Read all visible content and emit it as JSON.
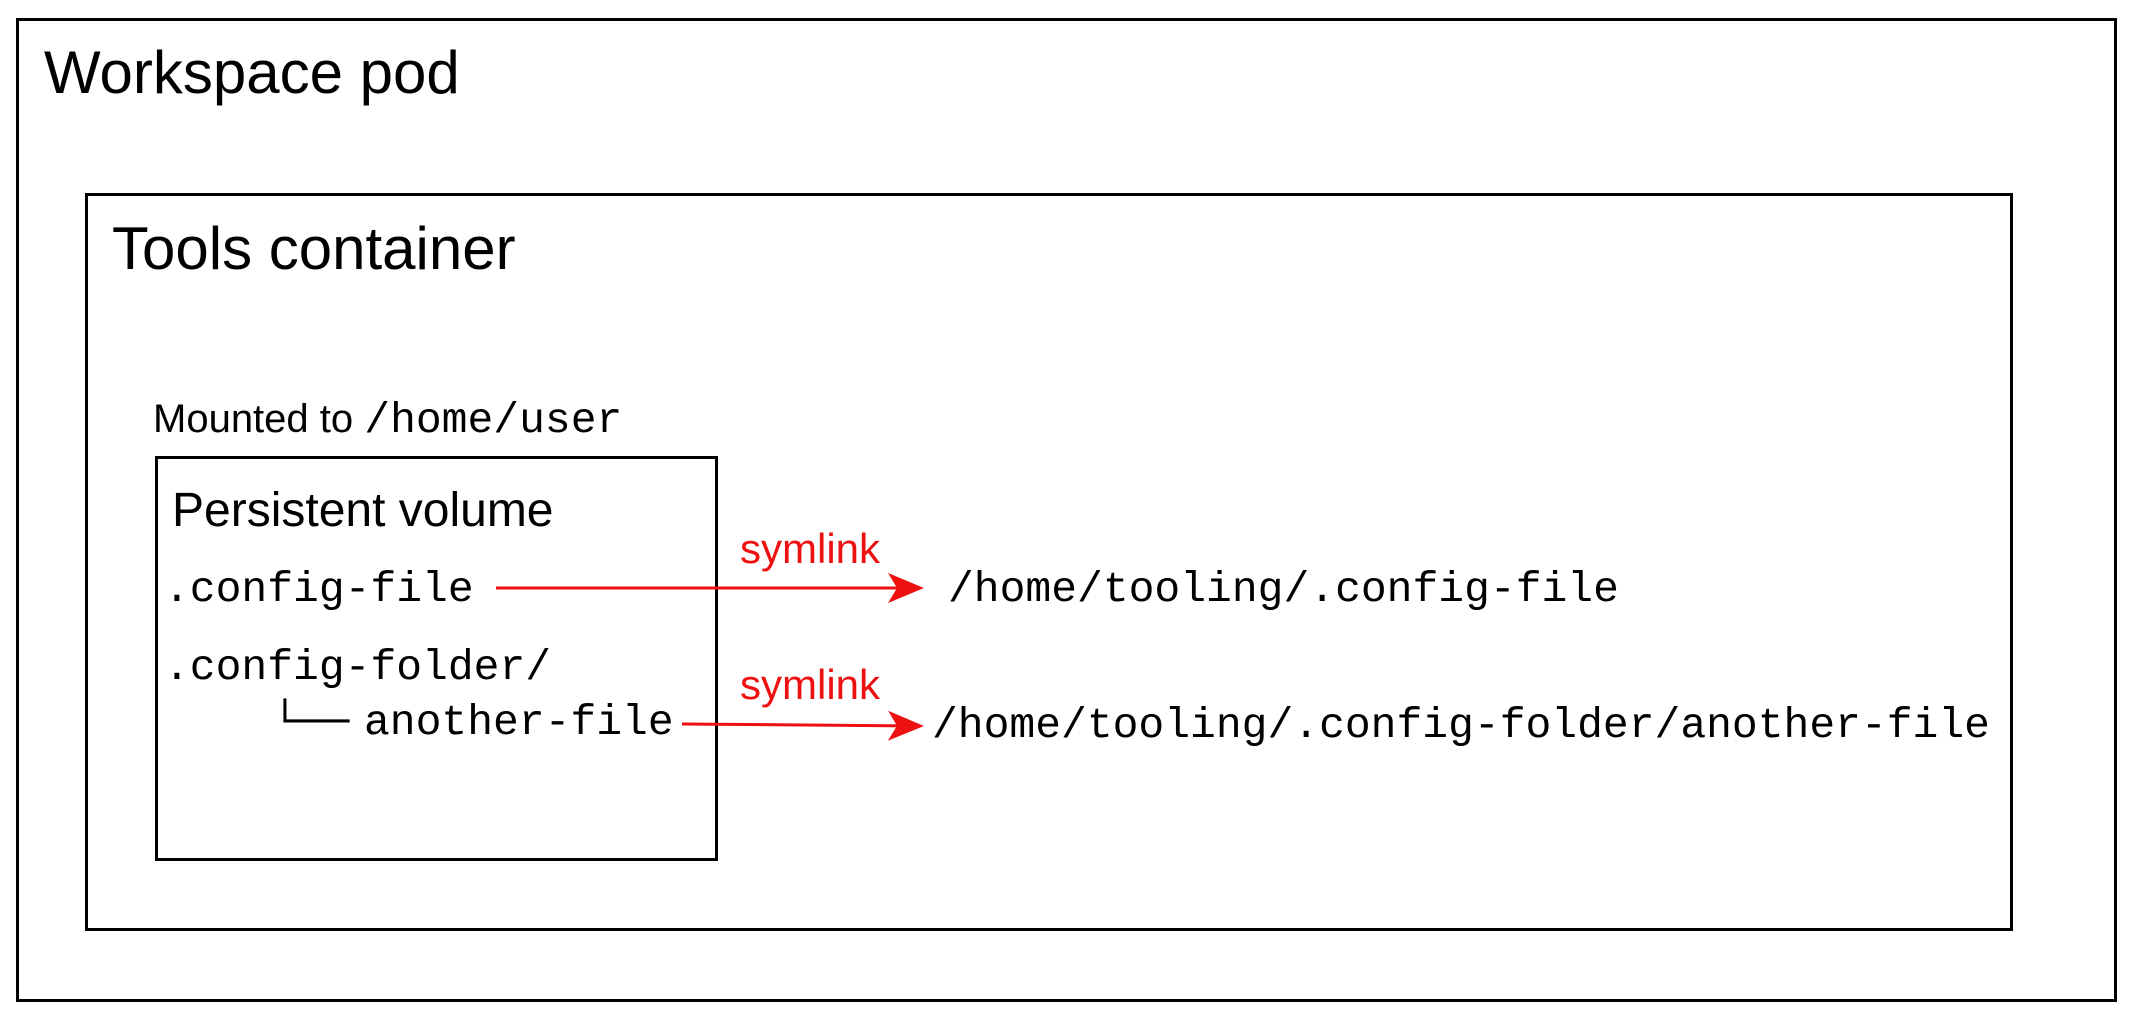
{
  "diagram": {
    "pod_title": "Workspace pod",
    "container_title": "Tools container",
    "mount_label": "Mounted to",
    "mount_path": "/home/user",
    "volume_title": "Persistent volume",
    "files": {
      "config_file": ".config-file",
      "config_folder": ".config-folder/",
      "tree_branch": "└──",
      "another_file": "another-file"
    },
    "links": [
      {
        "label": "symlink",
        "target": "/home/tooling/.config-file"
      },
      {
        "label": "symlink",
        "target": "/home/tooling/.config-folder/another-file"
      }
    ],
    "colors": {
      "line": "#000000",
      "symlink": "#ee1111"
    }
  }
}
